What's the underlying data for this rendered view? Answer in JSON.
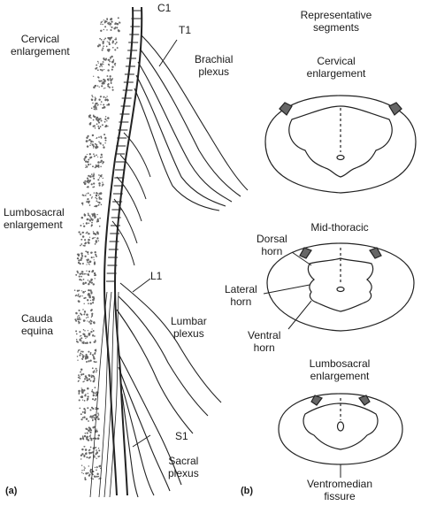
{
  "panel_a": {
    "tag": "(a)",
    "labels": {
      "c1": "C1",
      "t1": "T1",
      "l1": "L1",
      "s1": "S1",
      "cervical_enlargement": [
        "Cervical",
        "enlargement"
      ],
      "brachial_plexus": [
        "Brachial",
        "plexus"
      ],
      "lumbosacral_enlargement": [
        "Lumbosacral",
        "enlargement"
      ],
      "cauda_equina": [
        "Cauda",
        "equina"
      ],
      "lumbar_plexus": [
        "Lumbar",
        "plexus"
      ],
      "sacral_plexus": [
        "Sacral",
        "plexus"
      ]
    }
  },
  "panel_b": {
    "tag": "(b)",
    "header": [
      "Representative",
      "segments"
    ],
    "segments": {
      "cervical": [
        "Cervical",
        "enlargement"
      ],
      "midthoracic": [
        "Mid-thoracic"
      ],
      "lumbosacral": [
        "Lumbosacral",
        "enlargement"
      ]
    },
    "callouts": {
      "dorsal_horn": [
        "Dorsal",
        "horn"
      ],
      "lateral_horn": [
        "Lateral",
        "horn"
      ],
      "ventral_horn": [
        "Ventral",
        "horn"
      ],
      "ventromedian_fissure": [
        "Ventromedian",
        "fissure"
      ]
    }
  }
}
